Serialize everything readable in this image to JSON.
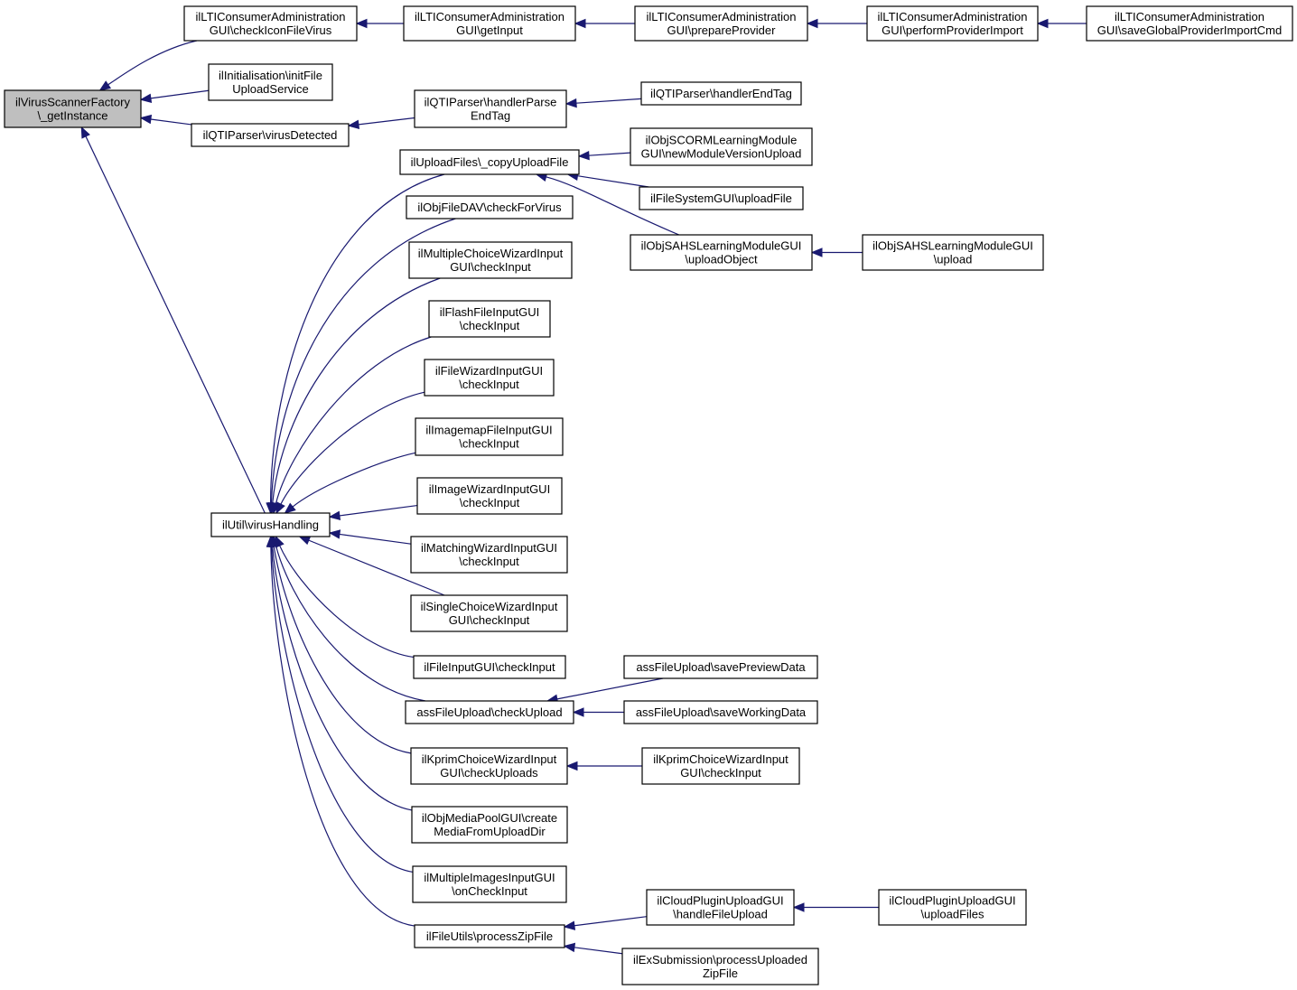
{
  "colors": {
    "edge": "#191970",
    "node_border": "#000000",
    "node_fill": "#ffffff",
    "root_fill": "#bfbfbf",
    "text": "#000000"
  },
  "nodes": [
    {
      "id": "root",
      "lines": [
        "ilVirusScannerFactory",
        "\\_getInstance"
      ]
    },
    {
      "id": "lti_check_icon",
      "lines": [
        "ilLTIConsumerAdministration",
        "GUI\\checkIconFileVirus"
      ]
    },
    {
      "id": "lti_get_input",
      "lines": [
        "ilLTIConsumerAdministration",
        "GUI\\getInput"
      ]
    },
    {
      "id": "lti_prepare",
      "lines": [
        "ilLTIConsumerAdministration",
        "GUI\\prepareProvider"
      ]
    },
    {
      "id": "lti_perform",
      "lines": [
        "ilLTIConsumerAdministration",
        "GUI\\performProviderImport"
      ]
    },
    {
      "id": "lti_save_global",
      "lines": [
        "ilLTIConsumerAdministration",
        "GUI\\saveGlobalProviderImportCmd"
      ]
    },
    {
      "id": "init_file_upload",
      "lines": [
        "ilInitialisation\\initFile",
        "UploadService"
      ]
    },
    {
      "id": "qti_virus",
      "lines": [
        "ilQTIParser\\virusDetected"
      ]
    },
    {
      "id": "qti_handler_parse",
      "lines": [
        "ilQTIParser\\handlerParse",
        "EndTag"
      ]
    },
    {
      "id": "qti_handler_end",
      "lines": [
        "ilQTIParser\\handlerEndTag"
      ]
    },
    {
      "id": "util_virus",
      "lines": [
        "ilUtil\\virusHandling"
      ]
    },
    {
      "id": "upload_copy",
      "lines": [
        "ilUploadFiles\\_copyUploadFile"
      ]
    },
    {
      "id": "scorm_new_version",
      "lines": [
        "ilObjSCORMLearningModule",
        "GUI\\newModuleVersionUpload"
      ]
    },
    {
      "id": "fs_upload_file",
      "lines": [
        "ilFileSystemGUI\\uploadFile"
      ]
    },
    {
      "id": "sahs_upload_object",
      "lines": [
        "ilObjSAHSLearningModuleGUI",
        "\\uploadObject"
      ]
    },
    {
      "id": "sahs_upload",
      "lines": [
        "ilObjSAHSLearningModuleGUI",
        "\\upload"
      ]
    },
    {
      "id": "filedav_check",
      "lines": [
        "ilObjFileDAV\\checkForVirus"
      ]
    },
    {
      "id": "mc_wizard",
      "lines": [
        "ilMultipleChoiceWizardInput",
        "GUI\\checkInput"
      ]
    },
    {
      "id": "flash_input",
      "lines": [
        "ilFlashFileInputGUI",
        "\\checkInput"
      ]
    },
    {
      "id": "file_wizard",
      "lines": [
        "ilFileWizardInputGUI",
        "\\checkInput"
      ]
    },
    {
      "id": "imagemap_input",
      "lines": [
        "ilImagemapFileInputGUI",
        "\\checkInput"
      ]
    },
    {
      "id": "image_wizard",
      "lines": [
        "ilImageWizardInputGUI",
        "\\checkInput"
      ]
    },
    {
      "id": "matching_wizard",
      "lines": [
        "ilMatchingWizardInputGUI",
        "\\checkInput"
      ]
    },
    {
      "id": "sc_wizard",
      "lines": [
        "ilSingleChoiceWizardInput",
        "GUI\\checkInput"
      ]
    },
    {
      "id": "file_input",
      "lines": [
        "ilFileInputGUI\\checkInput"
      ]
    },
    {
      "id": "ass_check_upload",
      "lines": [
        "assFileUpload\\checkUpload"
      ]
    },
    {
      "id": "ass_save_preview",
      "lines": [
        "assFileUpload\\savePreviewData"
      ]
    },
    {
      "id": "ass_save_working",
      "lines": [
        "assFileUpload\\saveWorkingData"
      ]
    },
    {
      "id": "kprim_uploads",
      "lines": [
        "ilKprimChoiceWizardInput",
        "GUI\\checkUploads"
      ]
    },
    {
      "id": "kprim_input",
      "lines": [
        "ilKprimChoiceWizardInput",
        "GUI\\checkInput"
      ]
    },
    {
      "id": "mediapool_create",
      "lines": [
        "ilObjMediaPoolGUI\\create",
        "MediaFromUploadDir"
      ]
    },
    {
      "id": "multi_images",
      "lines": [
        "ilMultipleImagesInputGUI",
        "\\onCheckInput"
      ]
    },
    {
      "id": "file_utils_zip",
      "lines": [
        "ilFileUtils\\processZipFile"
      ]
    },
    {
      "id": "cloud_handle",
      "lines": [
        "ilCloudPluginUploadGUI",
        "\\handleFileUpload"
      ]
    },
    {
      "id": "cloud_upload",
      "lines": [
        "ilCloudPluginUploadGUI",
        "\\uploadFiles"
      ]
    },
    {
      "id": "exsub_zip",
      "lines": [
        "ilExSubmission\\processUploaded",
        "ZipFile"
      ]
    }
  ],
  "edges": [
    {
      "from": "lti_check_icon",
      "to": "root"
    },
    {
      "from": "init_file_upload",
      "to": "root"
    },
    {
      "from": "qti_virus",
      "to": "root"
    },
    {
      "from": "util_virus",
      "to": "root"
    },
    {
      "from": "lti_get_input",
      "to": "lti_check_icon"
    },
    {
      "from": "lti_prepare",
      "to": "lti_get_input"
    },
    {
      "from": "lti_perform",
      "to": "lti_prepare"
    },
    {
      "from": "lti_save_global",
      "to": "lti_perform"
    },
    {
      "from": "qti_handler_parse",
      "to": "qti_virus"
    },
    {
      "from": "qti_handler_end",
      "to": "qti_handler_parse"
    },
    {
      "from": "upload_copy",
      "to": "util_virus"
    },
    {
      "from": "filedav_check",
      "to": "util_virus"
    },
    {
      "from": "mc_wizard",
      "to": "util_virus"
    },
    {
      "from": "flash_input",
      "to": "util_virus"
    },
    {
      "from": "file_wizard",
      "to": "util_virus"
    },
    {
      "from": "imagemap_input",
      "to": "util_virus"
    },
    {
      "from": "image_wizard",
      "to": "util_virus"
    },
    {
      "from": "matching_wizard",
      "to": "util_virus"
    },
    {
      "from": "sc_wizard",
      "to": "util_virus"
    },
    {
      "from": "file_input",
      "to": "util_virus"
    },
    {
      "from": "ass_check_upload",
      "to": "util_virus"
    },
    {
      "from": "kprim_uploads",
      "to": "util_virus"
    },
    {
      "from": "mediapool_create",
      "to": "util_virus"
    },
    {
      "from": "multi_images",
      "to": "util_virus"
    },
    {
      "from": "file_utils_zip",
      "to": "util_virus"
    },
    {
      "from": "scorm_new_version",
      "to": "upload_copy"
    },
    {
      "from": "fs_upload_file",
      "to": "upload_copy"
    },
    {
      "from": "sahs_upload_object",
      "to": "upload_copy"
    },
    {
      "from": "sahs_upload",
      "to": "sahs_upload_object"
    },
    {
      "from": "ass_save_preview",
      "to": "ass_check_upload"
    },
    {
      "from": "ass_save_working",
      "to": "ass_check_upload"
    },
    {
      "from": "kprim_input",
      "to": "kprim_uploads"
    },
    {
      "from": "cloud_handle",
      "to": "file_utils_zip"
    },
    {
      "from": "cloud_upload",
      "to": "cloud_handle"
    },
    {
      "from": "exsub_zip",
      "to": "file_utils_zip"
    }
  ]
}
